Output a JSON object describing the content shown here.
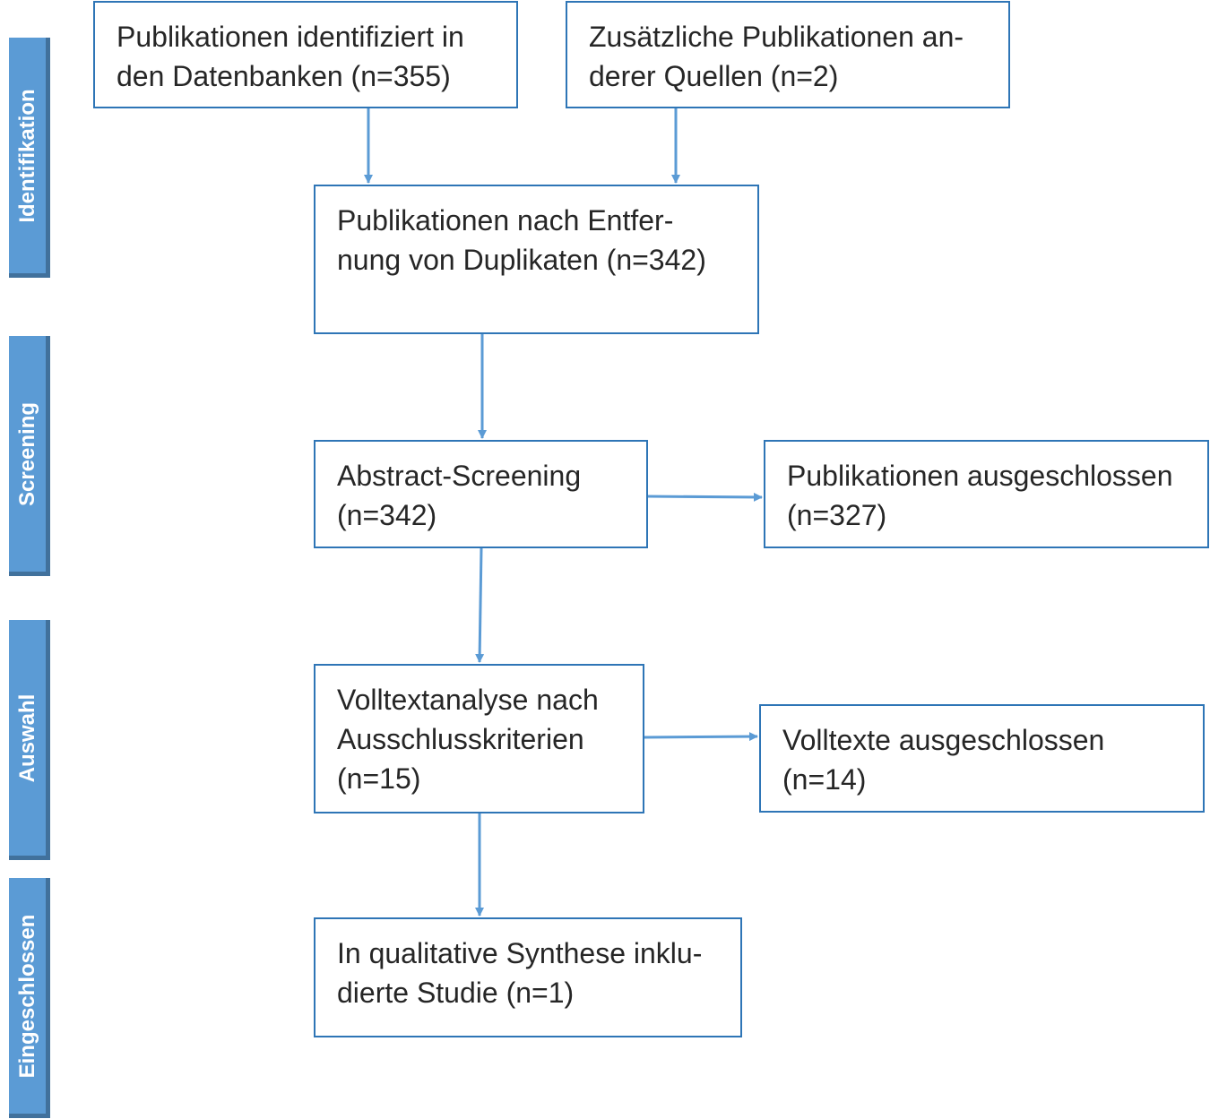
{
  "stages": [
    {
      "label": "Identifikation"
    },
    {
      "label": "Screening"
    },
    {
      "label": "Auswahl"
    },
    {
      "label": "Eingeschlossen"
    }
  ],
  "boxes": {
    "db_identified": {
      "lines": [
        "Publikationen identifiziert in",
        "den Datenbanken (n=355)"
      ]
    },
    "other_sources": {
      "lines": [
        "Zusätzliche Publikationen an-",
        "derer Quellen (n=2)"
      ]
    },
    "after_duplicates": {
      "lines": [
        "Publikationen nach Entfer-",
        "nung von Duplikaten (n=342)"
      ]
    },
    "abstract_screening": {
      "lines": [
        "Abstract-Screening",
        "(n=342)"
      ]
    },
    "excluded_publications": {
      "lines": [
        "Publikationen ausgeschlossen",
        "(n=327)"
      ]
    },
    "fulltext_analysis": {
      "lines": [
        "Volltextanalyse nach",
        "Ausschlusskriterien",
        "(n=15)"
      ]
    },
    "excluded_fulltexts": {
      "lines": [
        "Volltexte ausgeschlossen",
        "(n=14)"
      ]
    },
    "included": {
      "lines": [
        "In qualitative Synthese inklu-",
        "dierte Studie (n=1)"
      ]
    }
  },
  "colors": {
    "stage_fill": "#5b9bd5",
    "stage_shadow": "#41719c",
    "box_border": "#2e75b6",
    "arrow": "#5b9bd5",
    "text": "#262626"
  }
}
